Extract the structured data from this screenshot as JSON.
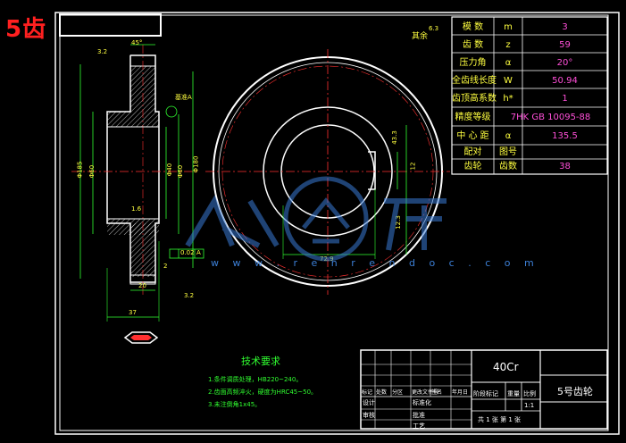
{
  "badge": "5齿",
  "table": {
    "rows": [
      {
        "name": "模 数",
        "sym": "m",
        "val": "3"
      },
      {
        "name": "齿 数",
        "sym": "z",
        "val": "59"
      },
      {
        "name": "压力角",
        "sym": "α",
        "val": "20°"
      },
      {
        "name": "全齿线长度",
        "sym": "W",
        "val": "50.94"
      },
      {
        "name": "齿顶高系数",
        "sym": "h*",
        "val": "1"
      },
      {
        "name": "精度等级",
        "sym": "",
        "val": "7HK GB 10095-88"
      },
      {
        "name": "中 心 距",
        "sym": "α",
        "val": "135.5"
      },
      {
        "name": "配对",
        "sym": "图号",
        "val": ""
      },
      {
        "name": "齿轮",
        "sym": "齿数",
        "val": "38"
      }
    ]
  },
  "roughness_note": "其余",
  "roughness_value": "6.3",
  "dims": {
    "d_outer": "Φ185",
    "d_hub": "Φ60",
    "d_bore": "Φ40",
    "d_pitch": "Φ180",
    "width_top": "20",
    "width_bottom": "37",
    "keyway": "43.3",
    "keyway_h": "12",
    "tol": "0.02",
    "tol2": "A",
    "angle": "45°",
    "chamfer": "2",
    "rough1": "3.2",
    "rough2": "1.6",
    "rough3": "3.2",
    "keyway_w": "12.3",
    "dim_bottom": "72.9",
    "datum": "基准A"
  },
  "tech": {
    "title": "技术要求",
    "lines": [
      "1.条件调质处理，HB220~240。",
      "2.齿面高频淬火，硬度为HRC45~50。",
      "3.未注倒角1x45。"
    ]
  },
  "titleblock": {
    "material": "40Cr",
    "part_name": "5号齿轮",
    "scale_label": "比例",
    "scale": "1:1",
    "sheet": "共 1 张  第 1 张",
    "weight_label": "重量",
    "stage_label": "阶段标记",
    "row_labels": [
      "标记",
      "处数",
      "分区",
      "更改文件号",
      "签名",
      "年月日"
    ],
    "design": "设计",
    "check": "审核",
    "process": "工艺",
    "std": "标准化",
    "approve": "批准"
  },
  "watermark": {
    "url": "w w w . r e n r e n d o c . c o m"
  }
}
